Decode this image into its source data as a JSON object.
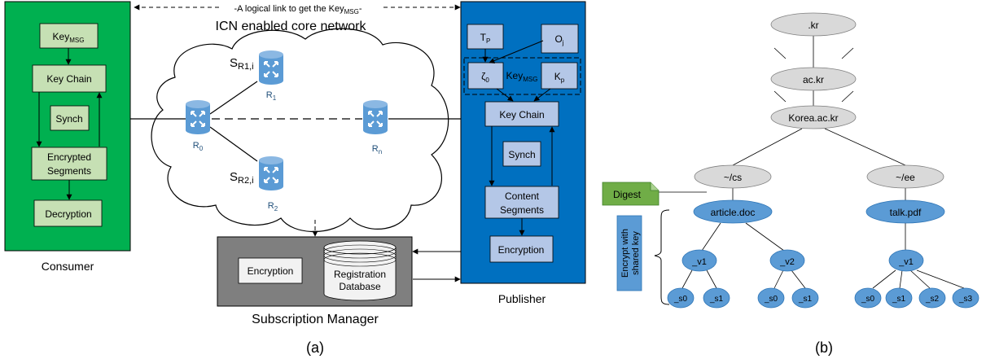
{
  "top_link": {
    "prefix": "-A logical link to get the Key",
    "sub": "MSG",
    "suffix": "-"
  },
  "network_title": "ICN enabled core network",
  "consumer": {
    "label": "Consumer",
    "keymsg": {
      "main": "Key",
      "sub": "MSG"
    },
    "key_chain": "Key Chain",
    "synch": "Synch",
    "encrypted_segments": [
      "Encrypted",
      "Segments"
    ],
    "decryption": "Decryption"
  },
  "routers": {
    "r0": {
      "main": "R",
      "sub": "0"
    },
    "r1": {
      "main": "R",
      "sub": "1"
    },
    "r2": {
      "main": "R",
      "sub": "2"
    },
    "rn": {
      "main": "R",
      "sub": "n"
    }
  },
  "links": {
    "sr1": {
      "main": "S",
      "sub": "R1,i"
    },
    "sr2": {
      "main": "S",
      "sub": "R2,i"
    }
  },
  "publisher": {
    "label": "Publisher",
    "tp": {
      "main": "T",
      "sub": "P"
    },
    "oj": {
      "main": "O",
      "sub": "j"
    },
    "zeta": {
      "main": "ζ",
      "sub": "0"
    },
    "keymsg": {
      "main": "Key",
      "sub": "MSG"
    },
    "kp": {
      "main": "K",
      "sub": "p"
    },
    "key_chain": "Key Chain",
    "synch": "Synch",
    "content_segments": [
      "Content",
      "Segments"
    ],
    "encryption": "Encryption"
  },
  "subscription_manager": {
    "label": "Subscription Manager",
    "encryption": "Encryption",
    "database": [
      "Registration",
      "Database"
    ]
  },
  "captions": {
    "a": "(a)",
    "b": "(b)"
  },
  "tree": {
    "kr": ".kr",
    "ackr": "ac.kr",
    "korea": "Korea.ac.kr",
    "cs": "~/cs",
    "ee": "~/ee",
    "article": "article.doc",
    "talk": "talk.pdf",
    "digest": "Digest",
    "encrypt_label": [
      "Encrypt with",
      "shared key"
    ],
    "cs_v1": "_v1",
    "cs_v2": "_v2",
    "ee_v1": "_v1",
    "s0": "_s0",
    "s1": "_s1",
    "s2": "_s2",
    "s3": "_s3"
  },
  "colors": {
    "consumer_green": "#00b050",
    "box_green": "#c6e0b4",
    "publisher_blue": "#0070c0",
    "box_blue": "#b4c7e7",
    "router_blue": "#5b9bd5",
    "manager_gray": "#7f7f7f",
    "node_gray": "#d9d9d9",
    "digest_green": "#70ad47"
  }
}
